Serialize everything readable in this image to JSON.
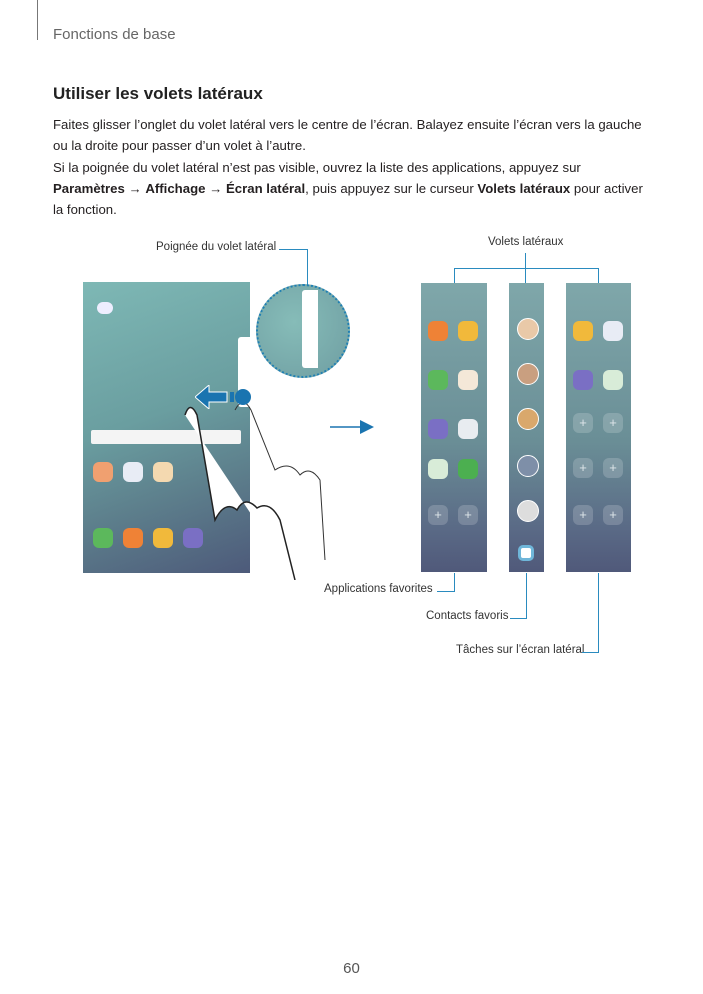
{
  "header": {
    "section": "Fonctions de base"
  },
  "title": "Utiliser les volets latéraux",
  "paragraph1": "Faites glisser l’onglet du volet latéral vers le centre de l’écran. Balayez ensuite l’écran vers la gauche ou la droite pour passer d’un volet à l’autre.",
  "paragraph2": {
    "intro": "Si la poignée du volet latéral n’est pas visible, ouvrez la liste des applications, appuyez sur ",
    "path1": "Paramètres",
    "arrow1": " → ",
    "path2": "Affichage",
    "arrow2": " → ",
    "path3": "Écran latéral",
    "middle": ", puis appuyez sur le curseur ",
    "switch": "Volets latéraux",
    "end": " pour activer la fonction."
  },
  "figure": {
    "handle_label": "Poignée du volet latéral",
    "panels_label": "Volets latéraux",
    "favorite_apps_label": "Applications favorites",
    "favorite_contacts_label": "Contacts favoris",
    "tasks_label": "Tâches sur l’écran latéral",
    "plus_symbol": "+"
  },
  "colors": {
    "accent": "#2a8bbf",
    "arrow": "#1a74b0"
  },
  "page_number": "60"
}
